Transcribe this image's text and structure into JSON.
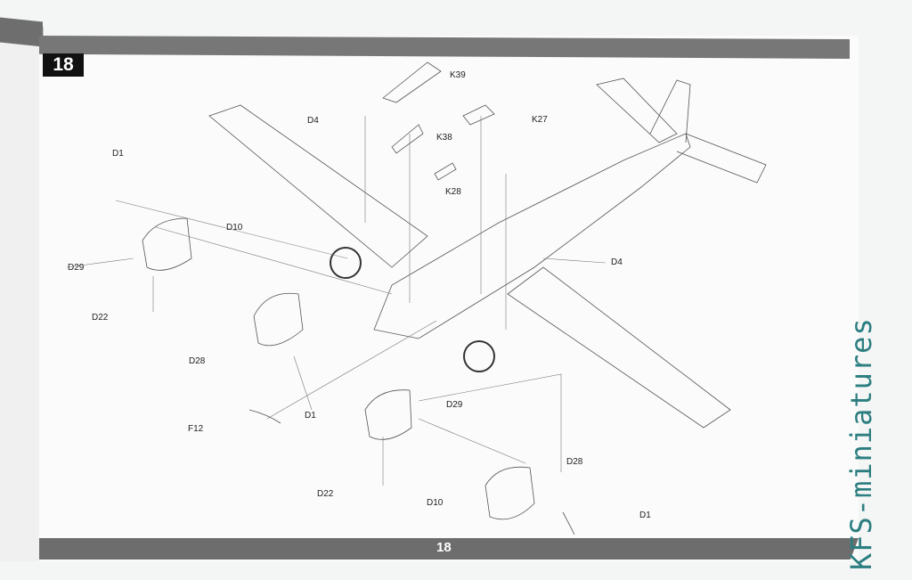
{
  "step_number": "18",
  "page_number": "18",
  "watermark": "KFS-miniatures",
  "part_labels": [
    "K39",
    "D4",
    "K38",
    "K27",
    "D1",
    "K28",
    "D10",
    "D29",
    "D4",
    "D22",
    "D28",
    "D1",
    "F12",
    "D29",
    "D28",
    "D22",
    "D10",
    "D1"
  ],
  "colors": {
    "band": "#777777",
    "badge": "#111111",
    "watermark": "#2c7e80"
  }
}
